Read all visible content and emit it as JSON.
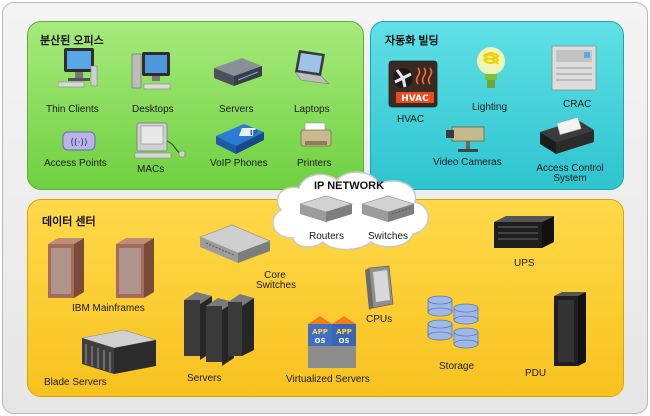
{
  "office": {
    "title": "분산된 오피스",
    "items": {
      "thin_clients": "Thin Clients",
      "desktops": "Desktops",
      "servers": "Servers",
      "laptops": "Laptops",
      "access_points": "Access Points",
      "macs": "MACs",
      "voip_phones": "VoIP Phones",
      "printers": "Printers"
    }
  },
  "building": {
    "title": "자동화 빌딩",
    "items": {
      "hvac": "HVAC",
      "lighting": "Lighting",
      "crac": "CRAC",
      "video_cameras": "Video Cameras",
      "access_control_1": "Access Control",
      "access_control_2": "System"
    },
    "hvac_badge": "HVAC"
  },
  "network": {
    "title": "IP NETWORK",
    "routers": "Routers",
    "switches": "Switches"
  },
  "datacenter": {
    "title": "데이터 센터",
    "items": {
      "ibm_mainframes": "IBM Mainframes",
      "core_switches_1": "Core",
      "core_switches_2": "Switches",
      "blade_servers": "Blade Servers",
      "servers": "Servers",
      "cpus": "CPUs",
      "virtualized_servers": "Virtualized Servers",
      "storage": "Storage",
      "ups": "UPS",
      "pdu": "PDU"
    },
    "app_label": "APP",
    "os_label": "OS"
  },
  "colors": {
    "office_panel": "#8ade5a",
    "building_panel": "#3fd1da",
    "datacenter_panel": "#f9cc2e"
  }
}
